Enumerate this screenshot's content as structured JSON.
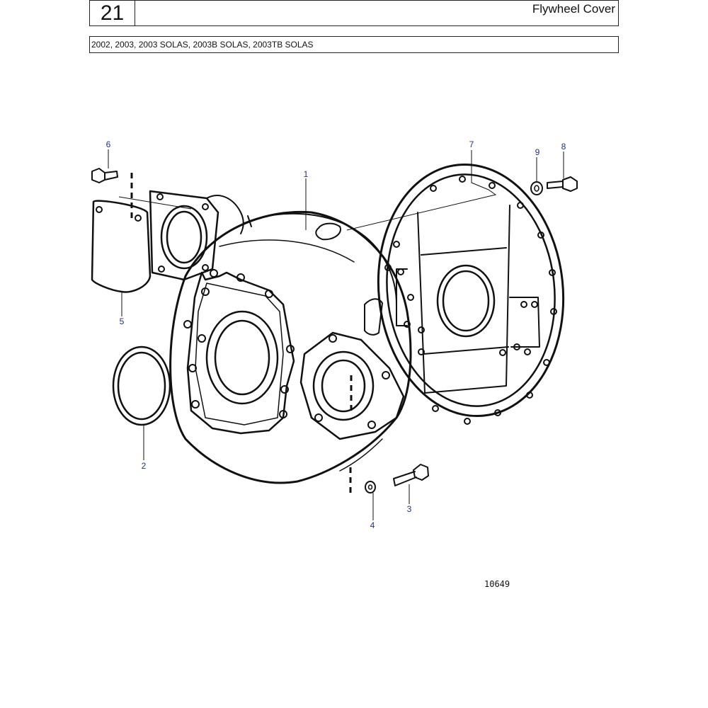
{
  "header": {
    "section_number": "21",
    "title": "Flywheel Cover"
  },
  "models": "2002, 2003, 2003 SOLAS, 2003B SOLAS, 2003TB SOLAS",
  "callouts": [
    "1",
    "2",
    "3",
    "4",
    "5",
    "6",
    "7",
    "8",
    "9"
  ],
  "figure_id": "10649",
  "colors": {
    "callout": "#1f2f8f",
    "line": "#111111"
  }
}
